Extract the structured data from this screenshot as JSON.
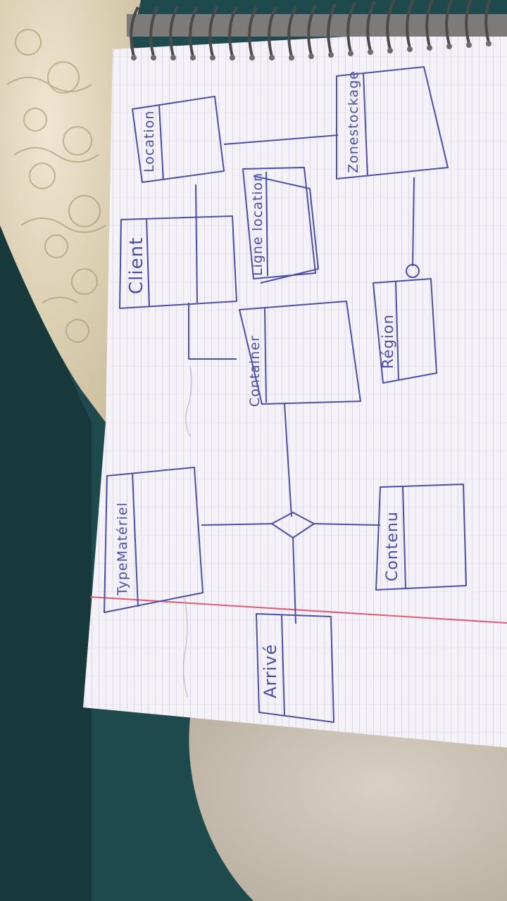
{
  "photo": {
    "subject": "spiral notebook with hand-drawn entity-relationship sketch",
    "ink_color": "#4b4fa6",
    "paper_color": "#f4f2f6",
    "grid_color": "#b9b8e6",
    "margin_line_color": "#e05a78",
    "fabric_color": "#1f4a4d",
    "lace_color": "#e6dcc6"
  },
  "entities": {
    "type_materiel": "TypeMatériel",
    "client": "Client",
    "location": "Location",
    "zone_stockage": "Zonestockage",
    "ligne_location": "Ligne location",
    "container": "Container",
    "region": "Région",
    "contenu": "Contenu",
    "arrive": "Arrivé"
  }
}
